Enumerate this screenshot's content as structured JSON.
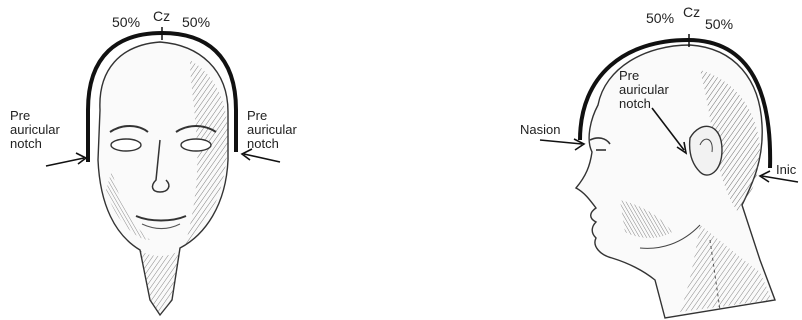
{
  "front_view": {
    "pct_left": "50%",
    "cz": "Cz",
    "pct_right": "50%",
    "preauricular_left": [
      "Pre",
      "auricular",
      "notch"
    ],
    "preauricular_right": [
      "Pre",
      "auricular",
      "notch"
    ]
  },
  "side_view": {
    "pct_left": "50%",
    "cz": "Cz",
    "pct_right": "50%",
    "preauricular": [
      "Pre",
      "auricular",
      "notch"
    ],
    "nasion": "Nasion",
    "inion": "Inic"
  },
  "colors": {
    "ink": "#1a1a1a",
    "shade": "#6b6b6b"
  }
}
